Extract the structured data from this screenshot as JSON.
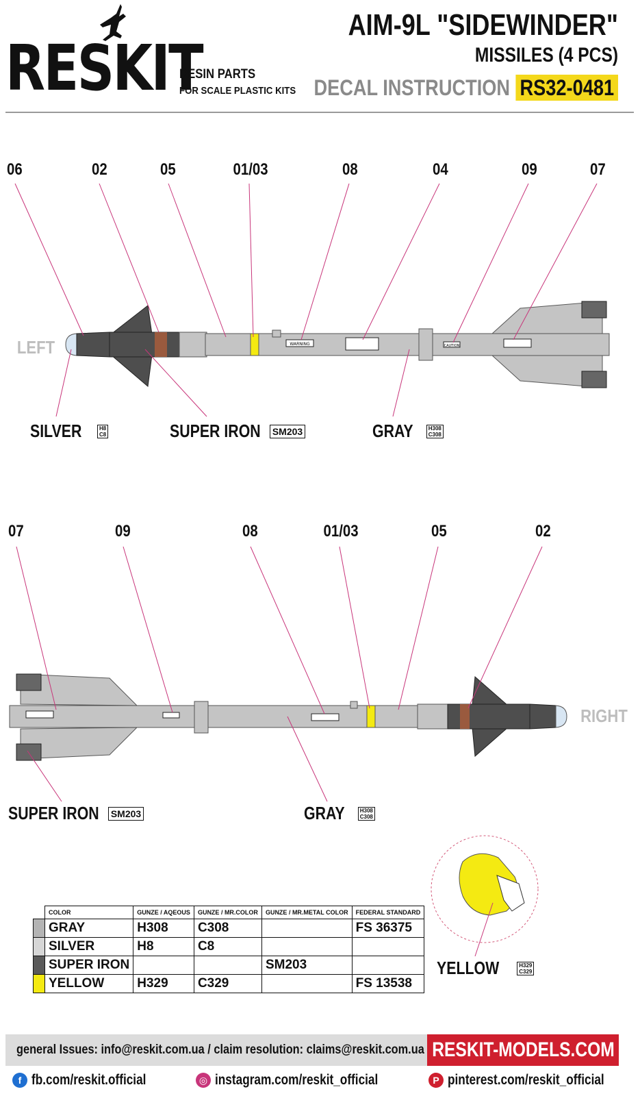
{
  "brand": {
    "logo_text": "RESKIT",
    "tm": "™",
    "tagline_1": "RESIN PARTS",
    "tagline_2": "FOR SCALE PLASTIC KITS"
  },
  "header": {
    "title": "AIM-9L \"SIDEWINDER\"",
    "subtitle": "MISSILES (4 PCS)",
    "decal_label": "DECAL INSTRUCTION",
    "part_number": "RS32-0481"
  },
  "left_view": {
    "side_label": "LEFT",
    "callouts": [
      "06",
      "02",
      "05",
      "01/03",
      "08",
      "04",
      "09",
      "07"
    ],
    "colors": [
      {
        "name": "SILVER",
        "codes": [
          "H8",
          "C8"
        ]
      },
      {
        "name": "SUPER IRON",
        "code": "SM203"
      },
      {
        "name": "GRAY",
        "codes": [
          "H308",
          "C308"
        ]
      }
    ]
  },
  "right_view": {
    "side_label": "RIGHT",
    "callouts": [
      "07",
      "09",
      "08",
      "01/03",
      "05",
      "02"
    ],
    "colors": [
      {
        "name": "SUPER IRON",
        "code": "SM203"
      },
      {
        "name": "GRAY",
        "codes": [
          "H308",
          "C308"
        ]
      }
    ]
  },
  "seeker_detail": {
    "name": "YELLOW",
    "codes": [
      "H329",
      "C329"
    ]
  },
  "color_table": {
    "headers": [
      "COLOR",
      "GUNZE / AQEOUS",
      "GUNZE / MR.COLOR",
      "GUNZE / MR.METAL COLOR",
      "FEDERAL STANDARD"
    ],
    "rows": [
      {
        "swatch": "#b4b4b4",
        "cells": [
          "GRAY",
          "H308",
          "C308",
          "",
          "FS 36375"
        ]
      },
      {
        "swatch": "#d6d6d6",
        "cells": [
          "SILVER",
          "H8",
          "C8",
          "",
          ""
        ]
      },
      {
        "swatch": "#5a5a5a",
        "cells": [
          "SUPER IRON",
          "",
          "",
          "SM203",
          ""
        ]
      },
      {
        "swatch": "#f4ea12",
        "cells": [
          "YELLOW",
          "H329",
          "C329",
          "",
          "FS 13538"
        ]
      }
    ]
  },
  "decal_texts": {
    "warning": "WARNING",
    "caution": "CAUTION"
  },
  "footer": {
    "contact": "general Issues: info@reskit.com.ua / claim resolution: claims@reskit.com.ua",
    "website": "RESKIT-MODELS.COM",
    "facebook": "fb.com/reskit.official",
    "instagram": "instagram.com/reskit_official",
    "pinterest": "pinterest.com/reskit_official"
  },
  "colors": {
    "accent_yellow": "#f4d81b",
    "brand_red": "#cf1f2e",
    "missile_gray": "#c4c4c4",
    "super_iron": "#4e4e4e",
    "leader_line": "#c8357a"
  }
}
